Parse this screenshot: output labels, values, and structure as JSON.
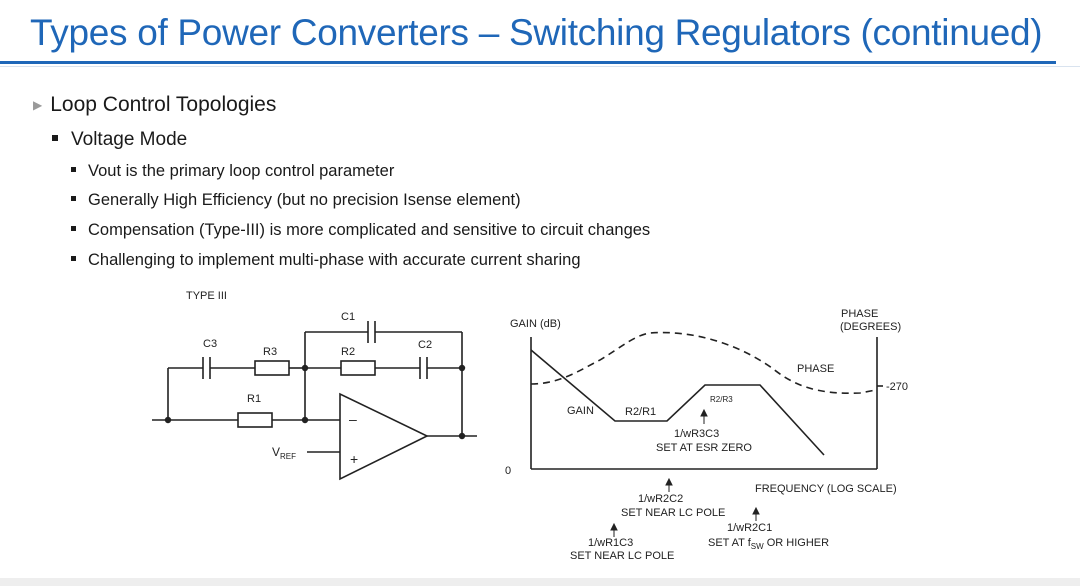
{
  "slide": {
    "title": "Types of Power Converters – Switching Regulators (continued)",
    "accent_color": "#1f67b8",
    "level1": "Loop Control Topologies",
    "level2": "Voltage Mode",
    "bullets": [
      "Vout is the primary loop control parameter",
      "Generally High Efficiency (but no precision Isense element)",
      "Compensation (Type-III) is more complicated and sensitive to circuit changes",
      "Challenging to implement multi-phase with accurate current sharing"
    ]
  },
  "schematic": {
    "label": "TYPE III",
    "c1": "C1",
    "c2": "C2",
    "c3": "C3",
    "r1": "R1",
    "r2": "R2",
    "r3": "R3",
    "vref_main": "V",
    "vref_sub": "REF",
    "minus": "–",
    "plus": "+"
  },
  "bode": {
    "gain_axis": "GAIN (dB)",
    "phase_axis_1": "PHASE",
    "phase_axis_2": "(DEGREES)",
    "phase_curve": "PHASE",
    "phase_value": "-270",
    "gain_curve": "GAIN",
    "r2r1": "R2/R1",
    "r2r3": "R2/R3",
    "zero": "0",
    "freq_axis": "FREQUENCY (LOG SCALE)",
    "ann_r3c3_1": "1/wR3C3",
    "ann_r3c3_2": "SET AT ESR ZERO",
    "ann_r2c2_1": "1/wR2C2",
    "ann_r2c2_2": "SET NEAR LC POLE",
    "ann_r1c3_1": "1/wR1C3",
    "ann_r1c3_2": "SET NEAR LC POLE",
    "ann_r2c1_1": "1/wR2C1",
    "ann_r2c1_2a": "SET AT f",
    "ann_r2c1_sub": "SW",
    "ann_r2c1_2b": " OR HIGHER"
  }
}
